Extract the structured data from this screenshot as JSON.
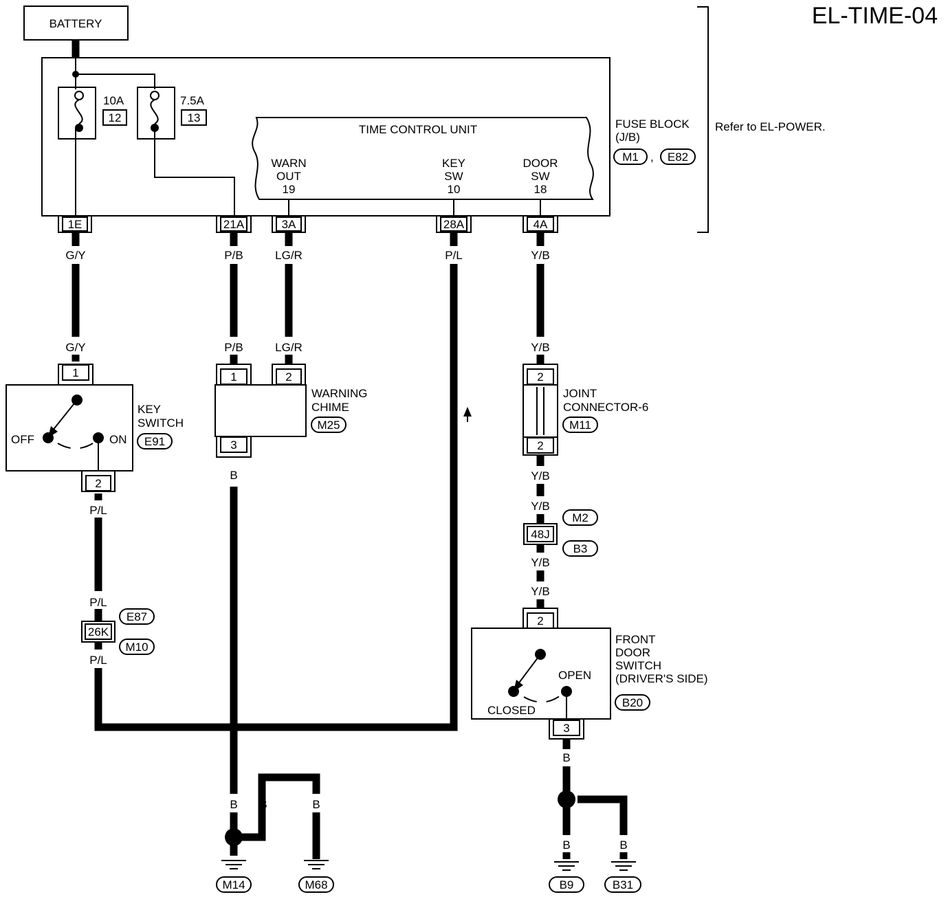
{
  "title": "EL-TIME-04",
  "battery": "BATTERY",
  "fuse_block": {
    "label_line1": "FUSE BLOCK",
    "label_line2": "(J/B)",
    "connectors": [
      "M1",
      "E82"
    ],
    "refer": "Refer to EL-POWER.",
    "fuses": [
      {
        "amp": "10A",
        "number": "12"
      },
      {
        "amp": "7.5A",
        "number": "13"
      }
    ]
  },
  "tcu": {
    "title": "TIME CONTROL UNIT",
    "warn": [
      "WARN",
      "OUT",
      "19"
    ],
    "key": [
      "KEY",
      "SW",
      "10"
    ],
    "door": [
      "DOOR",
      "SW",
      "18"
    ]
  },
  "jb_terminals": [
    "1E",
    "21A",
    "3A",
    "28A",
    "4A"
  ],
  "wire_colors": {
    "gy": "G/Y",
    "pb": "P/B",
    "lgr": "LG/R",
    "pl": "P/L",
    "yb": "Y/B",
    "b": "B"
  },
  "key_switch": {
    "name1": "KEY",
    "name2": "SWITCH",
    "connector": "E91",
    "off": "OFF",
    "on": "ON",
    "pin_top": "1",
    "pin_bottom": "2"
  },
  "warning_chime": {
    "name1": "WARNING",
    "name2": "CHIME",
    "connector": "M25",
    "pins": [
      "1",
      "2",
      "3"
    ]
  },
  "joint_connector": {
    "name1": "JOINT",
    "name2": "CONNECTOR-6",
    "connector": "M11",
    "pin_top": "2",
    "pin_bottom": "2"
  },
  "inline_48j": {
    "terminal": "48J",
    "top": "M2",
    "bottom": "B3"
  },
  "inline_26k": {
    "terminal": "26K",
    "top": "E87",
    "bottom": "M10"
  },
  "door_switch": {
    "name1": "FRONT",
    "name2": "DOOR",
    "name3": "SWITCH",
    "name4": "(DRIVER'S SIDE)",
    "connector": "B20",
    "open": "OPEN",
    "closed": "CLOSED",
    "pin_top": "2",
    "pin_bottom": "3"
  },
  "grounds": [
    "M14",
    "M68",
    "B9",
    "B31"
  ]
}
